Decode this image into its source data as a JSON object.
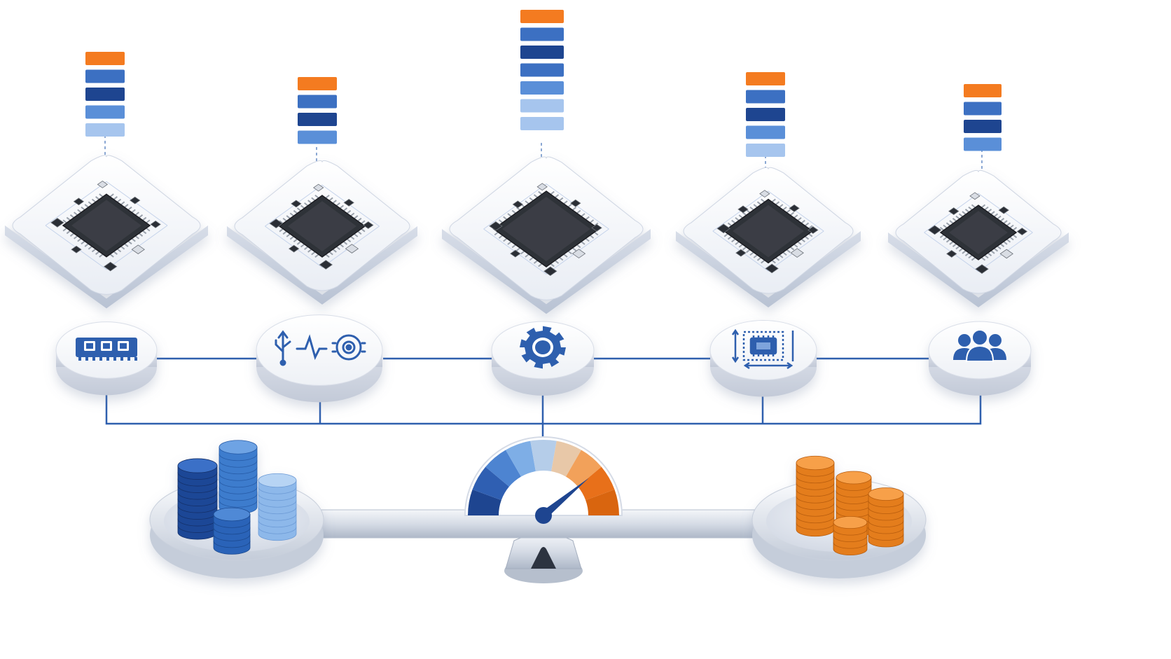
{
  "palette": {
    "orange": "#f47b20",
    "blue": "#3c70c2",
    "navy": "#1e4590",
    "light_blue": "#5a8fd8",
    "pale_blue": "#a6c5ee",
    "line_blue": "#2e5fae",
    "board_white": "#f4f6fa",
    "chip_dark": "#2f3237"
  },
  "boards": [
    {
      "name": "board-1",
      "stack": [
        "orange",
        "blue",
        "navy",
        "light_blue",
        "pale_blue"
      ]
    },
    {
      "name": "board-2",
      "stack": [
        "orange",
        "blue",
        "navy",
        "light_blue"
      ]
    },
    {
      "name": "board-3",
      "stack": [
        "orange",
        "blue",
        "navy",
        "blue",
        "light_blue",
        "pale_blue",
        "pale_blue"
      ]
    },
    {
      "name": "board-4",
      "stack": [
        "orange",
        "blue",
        "navy",
        "light_blue",
        "pale_blue"
      ]
    },
    {
      "name": "board-5",
      "stack": [
        "orange",
        "blue",
        "navy",
        "light_blue"
      ]
    }
  ],
  "nodes": [
    {
      "name": "memory-node",
      "icon": "memory-module-icon"
    },
    {
      "name": "io-peripherals-node",
      "icon": "usb-signal-sensor-icon"
    },
    {
      "name": "processing-node",
      "icon": "gear-icon"
    },
    {
      "name": "size-node",
      "icon": "chip-dimensions-icon"
    },
    {
      "name": "community-node",
      "icon": "people-group-icon"
    }
  ],
  "balance": {
    "left_pan": "blue-coin-stacks",
    "right_pan": "orange-coin-stacks",
    "gauge_icon": "speedometer-gauge-icon",
    "gauge_level": 0.78
  }
}
